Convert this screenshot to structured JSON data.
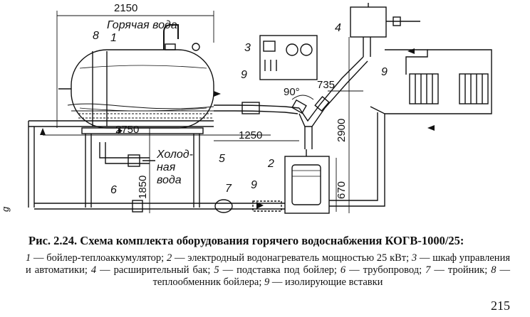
{
  "figure": {
    "dimensions": {
      "overall_length": "2150",
      "support_length": "2750",
      "offset": "1250",
      "pipe_run": "735",
      "angle": "90°",
      "height_total": "2900",
      "height_support": "1850",
      "height_heater": "670"
    },
    "labels": {
      "hot_water": "Горячая вода",
      "cold_water_1": "Холод-",
      "cold_water_2": "ная",
      "cold_water_3": "вода"
    },
    "callouts": [
      "1",
      "2",
      "3",
      "4",
      "5",
      "6",
      "7",
      "8",
      "9",
      "9",
      "9"
    ],
    "margin_mark": "g"
  },
  "caption": "Рис. 2.24. Схема комплекта оборудования горячего водоснабжения КОГВ-1000/25:",
  "legend": [
    {
      "num": "1",
      "text": " — бойлер-теплоаккумулятор; "
    },
    {
      "num": "2",
      "text": " — электродный водонагреватель мощностью 25 кВт; "
    },
    {
      "num": "3",
      "text": " — шкаф управления и автоматики; "
    },
    {
      "num": "4",
      "text": " — расширительный бак; "
    },
    {
      "num": "5",
      "text": " — подставка под бойлер; "
    },
    {
      "num": "6",
      "text": " — трубопровод; "
    },
    {
      "num": "7",
      "text": " — тройник; "
    },
    {
      "num": "8",
      "text": " — теплообменник бойлера; "
    },
    {
      "num": "9",
      "text": " — изолирующие вставки"
    }
  ],
  "page_number": "215"
}
